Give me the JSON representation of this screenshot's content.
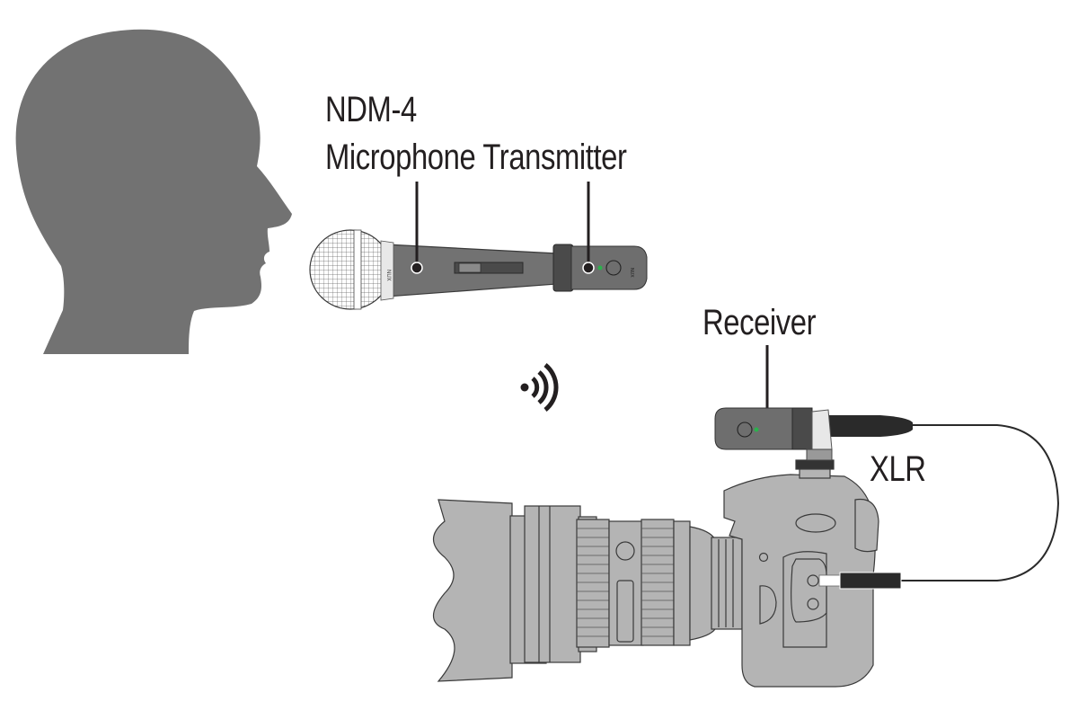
{
  "diagram": {
    "labels": {
      "model": "NDM-4",
      "transmitter": "Microphone Transmitter",
      "receiver": "Receiver",
      "cable": "XLR"
    },
    "components": [
      {
        "name": "head-silhouette",
        "role": "speaker"
      },
      {
        "name": "dynamic-microphone",
        "role": "microphone"
      },
      {
        "name": "transmitter",
        "role": "plugs into microphone XLR output"
      },
      {
        "name": "wireless-signal",
        "role": "transmission"
      },
      {
        "name": "receiver",
        "role": "mounted on camera hot shoe"
      },
      {
        "name": "xlr-cable",
        "role": "receiver to camera mic input"
      },
      {
        "name": "dslr-camera",
        "role": "recording device"
      }
    ],
    "colors": {
      "head": "#727272",
      "device_body": "#6e6e6e",
      "camera_body": "#b4b4b4",
      "outline": "#3a3a3a",
      "led": "#2bb24c",
      "text": "#231f20"
    }
  }
}
